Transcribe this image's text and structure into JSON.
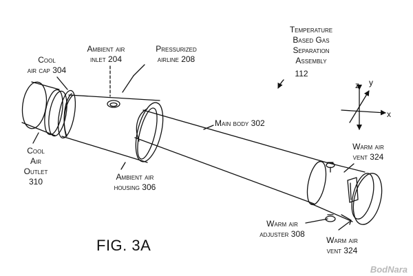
{
  "figure": {
    "title": "FIG. 3A",
    "watermark": "BodNara"
  },
  "labels": {
    "assembly": [
      "Temperature",
      "Based Gas",
      "Separation",
      "Assembly"
    ],
    "assembly_ref": "112",
    "cool_air_cap": [
      "Cool",
      "air cap 304"
    ],
    "ambient_air_inlet": [
      "Ambient air",
      "inlet 204"
    ],
    "pressurized_airline": [
      "Pressurized",
      "airline 208"
    ],
    "main_body": "Main body 302",
    "cool_air_outlet": [
      "Cool",
      "Air",
      "Outlet",
      "310"
    ],
    "ambient_air_housing": [
      "Ambient air",
      "housing 306"
    ],
    "warm_air_vent_top": [
      "Warm air",
      "vent 324"
    ],
    "warm_air_adjuster": [
      "Warm air",
      "adjuster 308"
    ],
    "warm_air_vent_bottom": [
      "Warm air",
      "vent 324"
    ]
  },
  "axes": {
    "z": "z",
    "y": "y",
    "x": "x"
  },
  "colors": {
    "ink": "#111111",
    "watermark": "#b9b9b9"
  }
}
